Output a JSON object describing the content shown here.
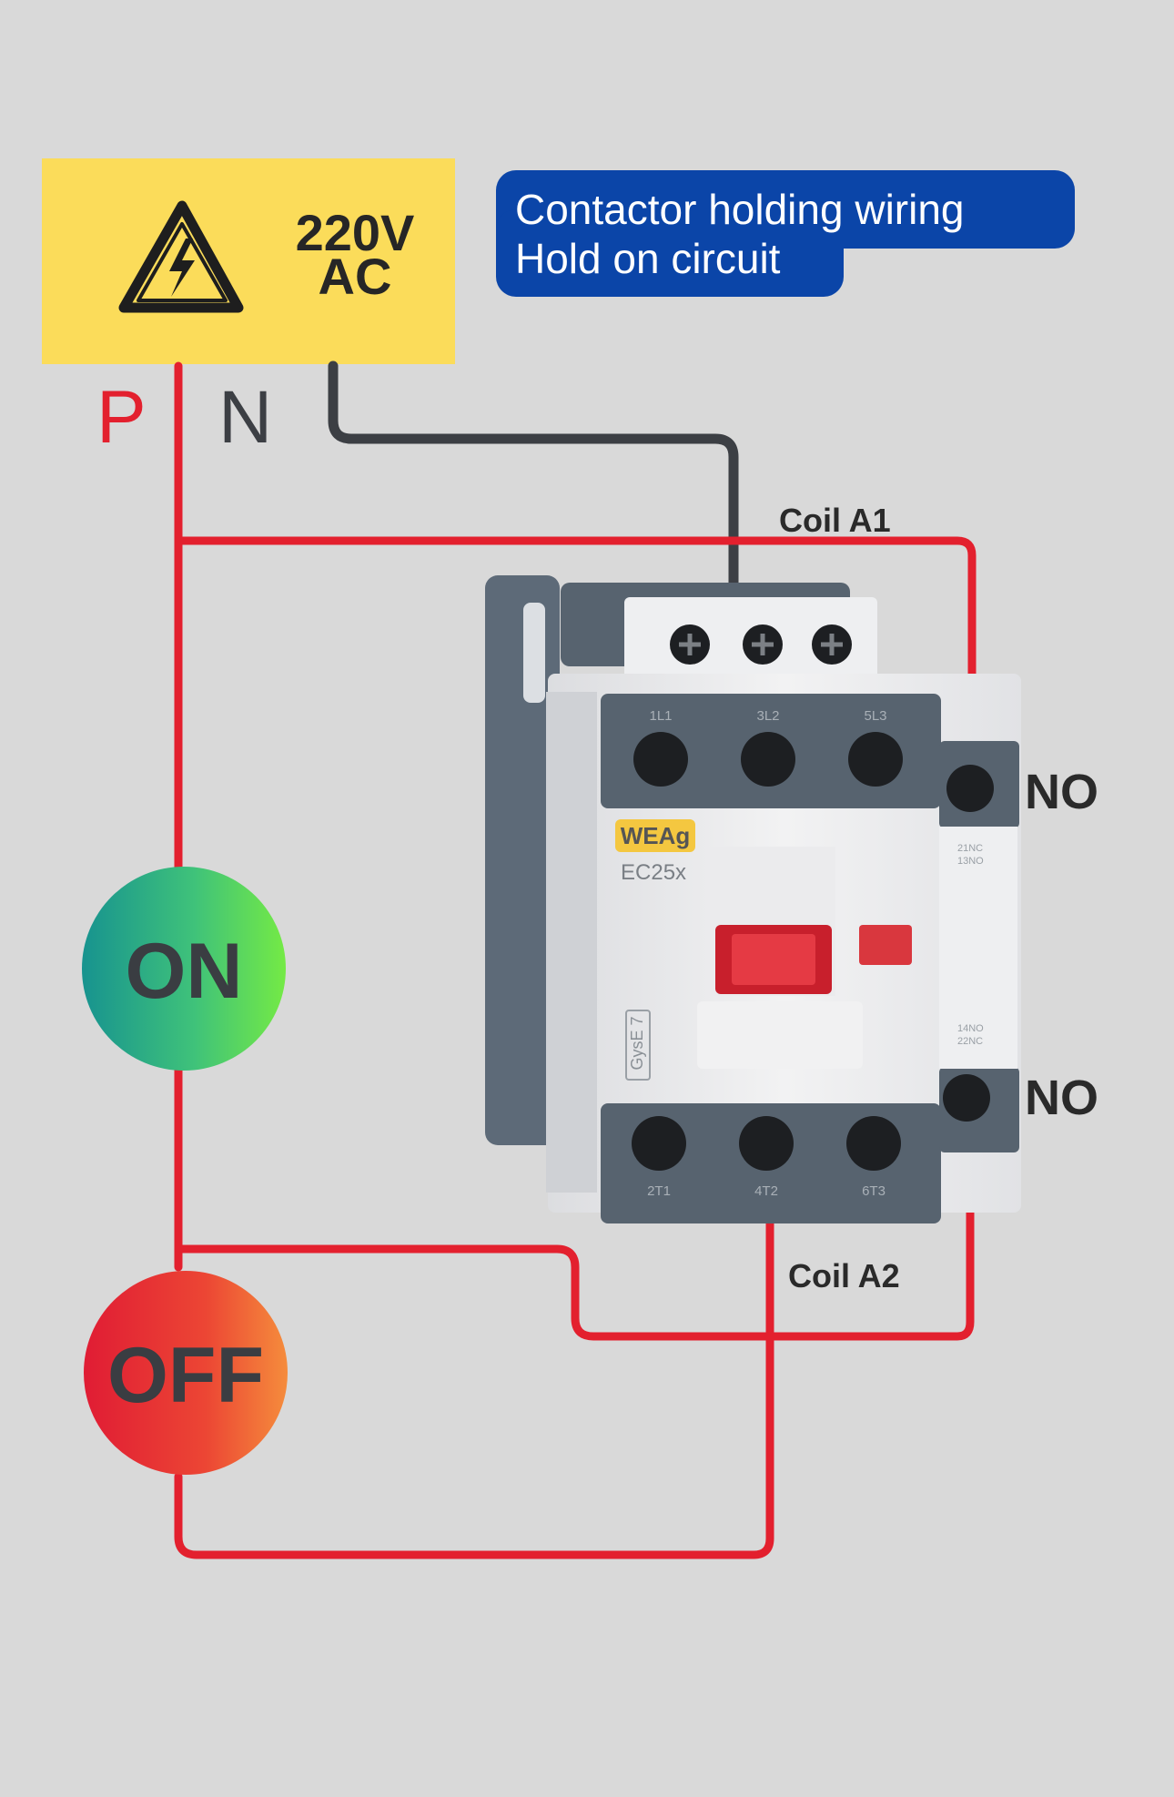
{
  "supply": {
    "voltage_line1": "220V",
    "voltage_line2": "AC",
    "icon": "high-voltage-warning-icon",
    "color": "#fbdc5a"
  },
  "title": {
    "line1": "Contactor holding wiring",
    "line2": "Hold on circuit",
    "color": "#0b45a8"
  },
  "lines": {
    "phase": "P",
    "neutral": "N"
  },
  "labels": {
    "coil_a1": "Coil A1",
    "coil_a2": "Coil A2",
    "no_top": "NO",
    "no_bottom": "NO"
  },
  "buttons": {
    "on": "ON",
    "off": "OFF"
  },
  "contactor": {
    "brand": "WEAg",
    "model": "EC25x",
    "series": "GysE 7",
    "top_terminals": [
      "1L1",
      "3L2",
      "5L3"
    ],
    "bottom_terminals": [
      "2T1",
      "4T2",
      "6T3"
    ],
    "aux_top": [
      "21NC",
      "13NO"
    ],
    "aux_bottom": [
      "14NO",
      "22NC"
    ]
  },
  "colors": {
    "wire_phase": "#e3202e",
    "wire_neutral": "#3c3f44",
    "background": "#d9d9d9"
  }
}
